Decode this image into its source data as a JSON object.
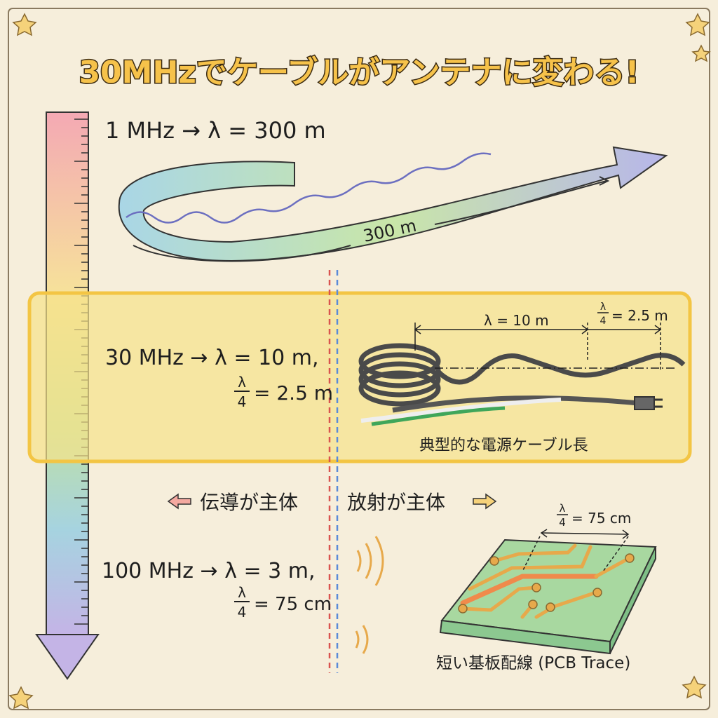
{
  "title": "30MHzでケーブルがアンテナに変わる!",
  "top": {
    "freq_line": "1 MHz → λ = 300 m",
    "ribbon_length": "300 m"
  },
  "middle": {
    "freq_line": "30 MHz → λ = 10 m,",
    "quarter_lambda": "= 2.5 m",
    "cable_lambda": "λ = 10 m",
    "cable_quarter": "= 2.5 m",
    "cable_caption": "典型的な電源ケーブル長"
  },
  "divider": {
    "left_label": "伝導が主体",
    "right_label": "放射が主体"
  },
  "bottom": {
    "freq_line": "100 MHz → λ = 3 m,",
    "quarter_lambda": "= 75 cm",
    "pcb_quarter": "= 75 cm",
    "pcb_caption": "短い基板配線 (PCB Trace)"
  },
  "fraction": {
    "num": "λ",
    "den": "4"
  },
  "colors": {
    "background": "#f6eedb",
    "highlight": "#f7e38a",
    "title_fill": "#f6c24a",
    "conduction_line": "#d9534f",
    "radiation_line": "#5b8bd9",
    "pcb_green": "#9fd39a",
    "trace": "#e7a94b"
  }
}
